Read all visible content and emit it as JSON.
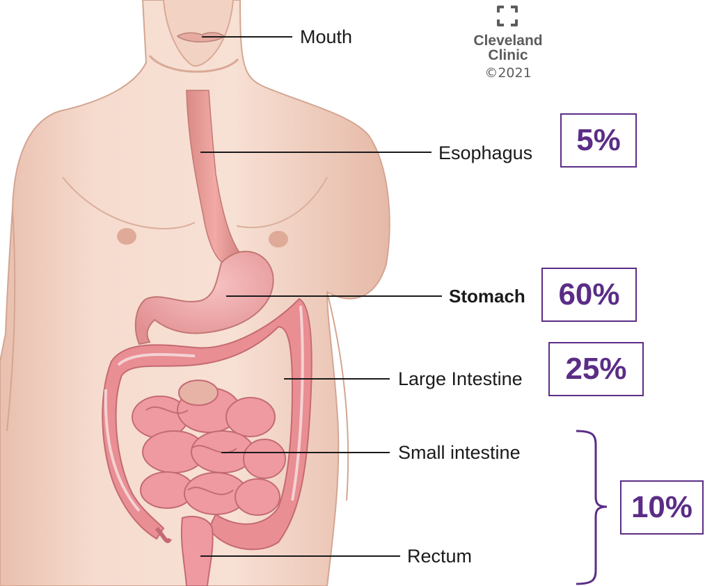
{
  "brand": {
    "name_line1": "Cleveland",
    "name_line2": "Clinic",
    "copyright": "©2021"
  },
  "labels": {
    "mouth": "Mouth",
    "esophagus": "Esophagus",
    "stomach": "Stomach",
    "large_intestine": "Large Intestine",
    "small_intestine": "Small intestine",
    "rectum": "Rectum"
  },
  "percentages": {
    "esophagus": "5%",
    "stomach": "60%",
    "large_intestine": "25%",
    "small_intestine_and_rectum": "10%"
  },
  "colors": {
    "accent": "#5b2d86",
    "skin": "#f3d6c8",
    "organ": "#e98e93",
    "label_text": "#1a1a1a",
    "logo_gray": "#5c5c5c"
  }
}
